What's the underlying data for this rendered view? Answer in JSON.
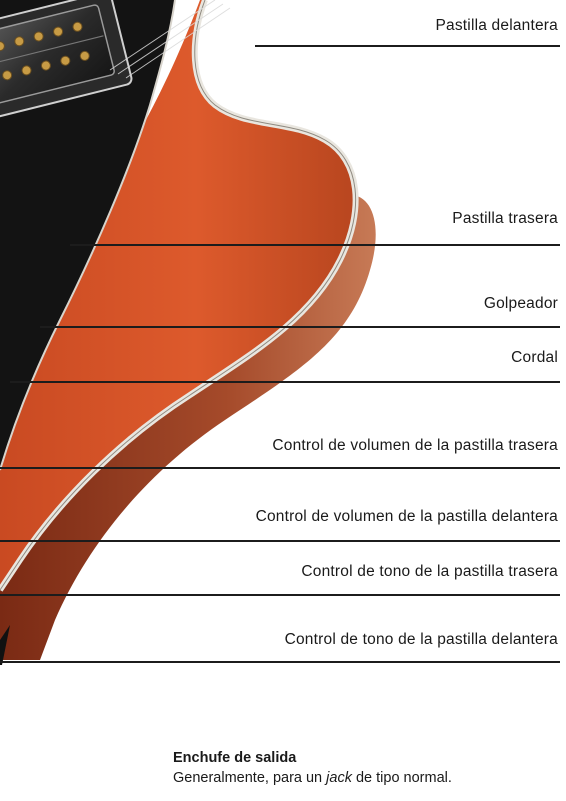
{
  "labels": [
    "Pastilla delantera",
    "Pastilla trasera",
    "Golpeador",
    "Cordal",
    "Control de volumen de la pastilla trasera",
    "Control de volumen de la pastilla delantera",
    "Control de tono de la pastilla trasera",
    "Control de tono de la pastilla delantera"
  ],
  "note": {
    "title": "Enchufe de salida",
    "text_before": "Generalmente, para un ",
    "text_italic": "jack",
    "text_after": " de tipo normal."
  },
  "colors": {
    "body_orange": "#d6552b",
    "body_dark_orange": "#9c3a1e",
    "pickguard": "#131313",
    "binding": "#e9e6df",
    "leader_line": "#1c1c1c"
  }
}
